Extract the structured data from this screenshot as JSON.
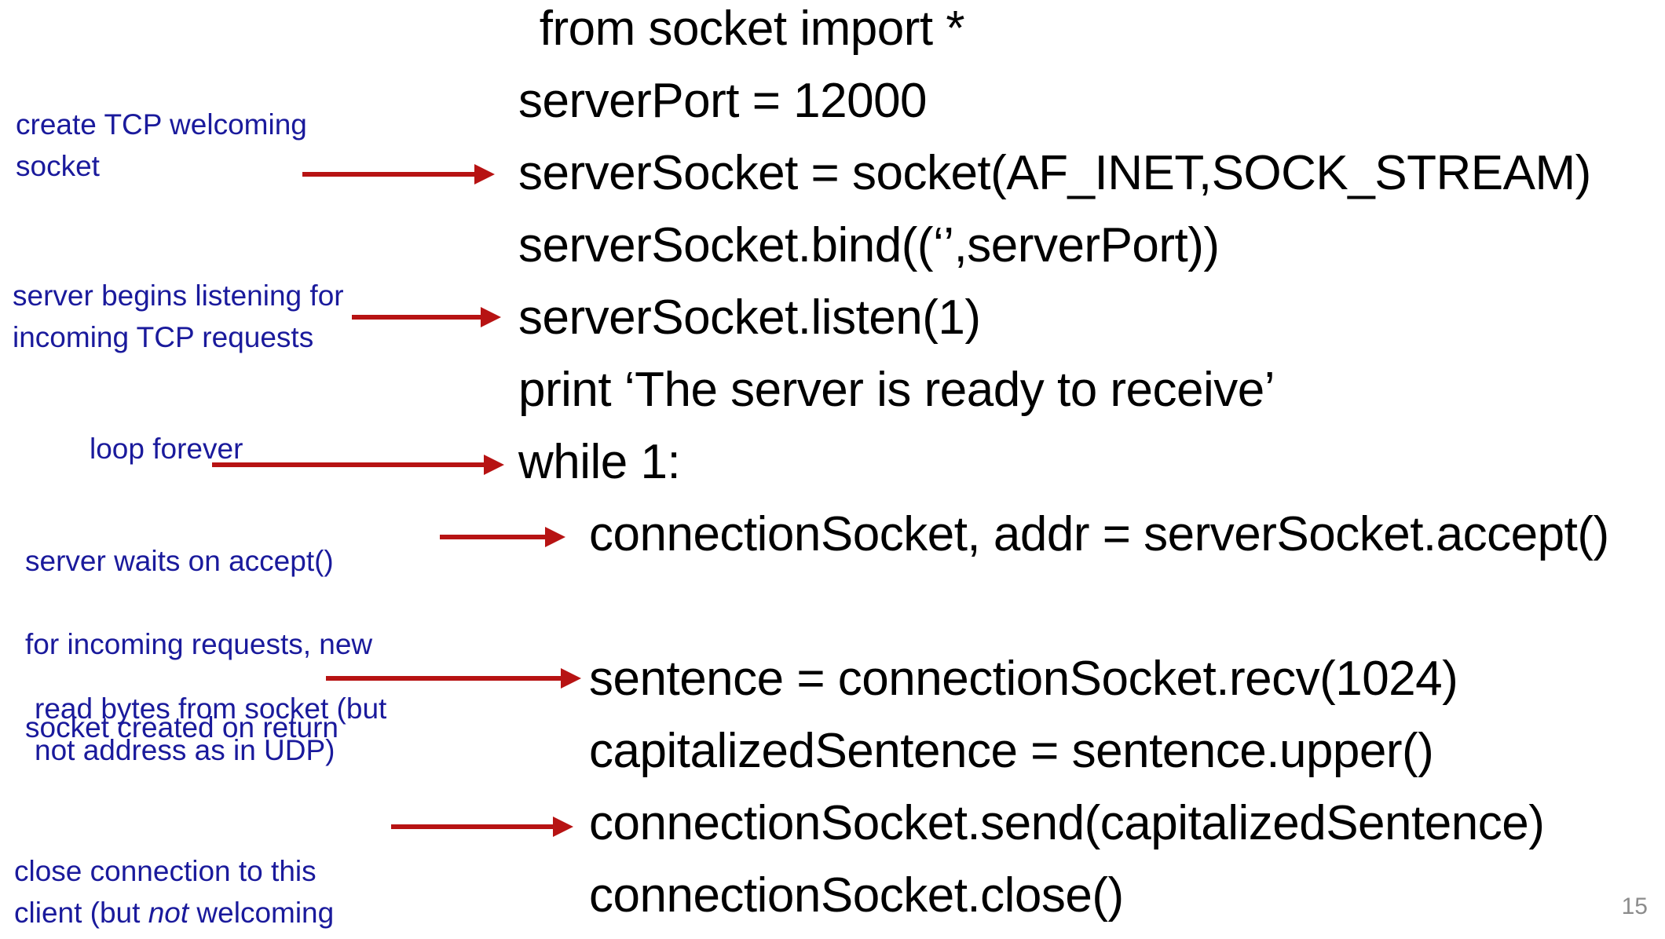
{
  "slide": {
    "page_number": "15",
    "code_color": "#000000",
    "annotation_color": "#1A1A9C",
    "arrow_color": "#B71313",
    "background_color": "#FFFFFF"
  },
  "code": {
    "lines": [
      {
        "text": " from socket import *"
      },
      {
        "text": "serverPort = 12000"
      },
      {
        "text": "serverSocket = socket(AF_INET,SOCK_STREAM)"
      },
      {
        "text": "serverSocket.bind((‘’,serverPort))"
      },
      {
        "text": "serverSocket.listen(1)"
      },
      {
        "text": "print ‘The server is ready to receive’"
      },
      {
        "text": "while 1:"
      },
      {
        "text": "connectionSocket, addr = serverSocket.accept()"
      },
      {
        "text": "sentence = connectionSocket.recv(1024)"
      },
      {
        "text": "capitalizedSentence = sentence.upper()"
      },
      {
        "text": "connectionSocket.send(capitalizedSentence)"
      },
      {
        "text": "connectionSocket.close()"
      }
    ]
  },
  "annotations": [
    {
      "id": "create-welcoming-socket",
      "text": "create TCP welcoming\nsocket"
    },
    {
      "id": "server-begins-listening",
      "text": "server begins listening for\nincoming TCP requests"
    },
    {
      "id": "loop-forever",
      "text": "loop forever"
    },
    {
      "id": "server-waits-on-accept",
      "line1": "server waits on accept()",
      "line2": "for incoming requests, new",
      "line3": "socket created on return"
    },
    {
      "id": "read-bytes-from-socket",
      "text": "read bytes from socket (but\nnot address as in UDP)"
    },
    {
      "id": "close-connection",
      "part1": "close connection to this\nclient (but ",
      "emphasis": "not",
      "part2": " welcoming\nsocket)"
    }
  ]
}
